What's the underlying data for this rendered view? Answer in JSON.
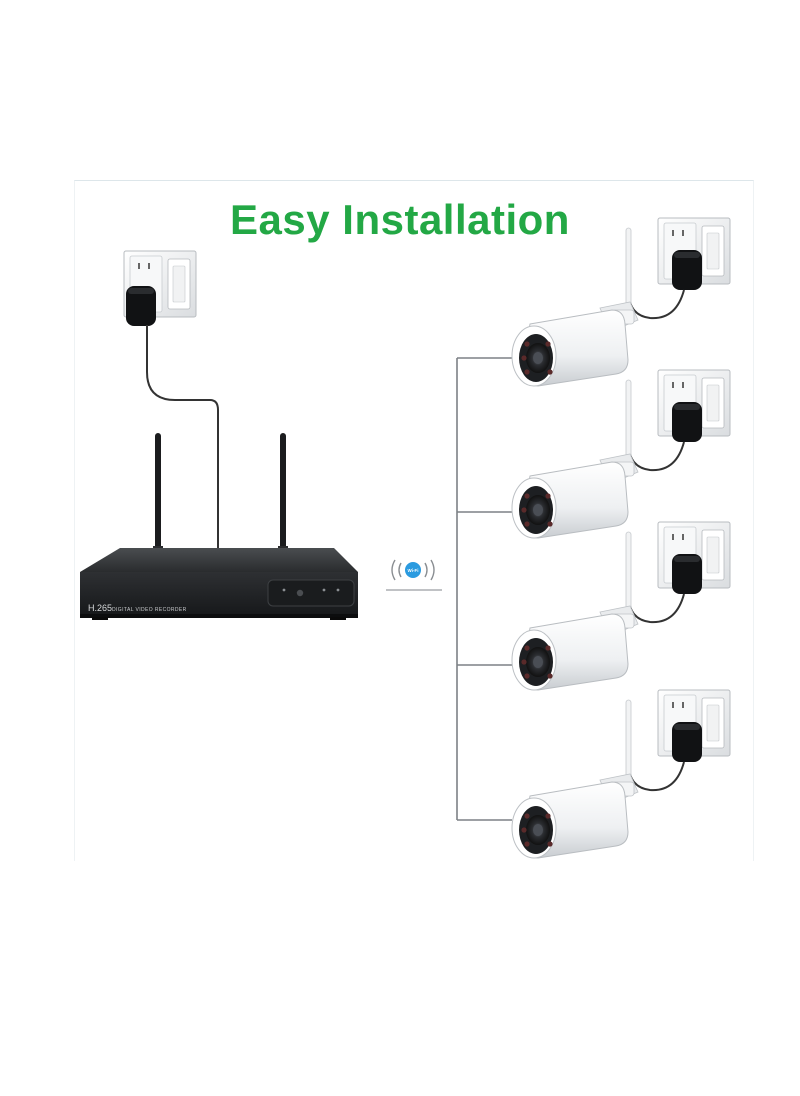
{
  "title": "Easy Installation",
  "dvr": {
    "model_text": "H.265",
    "subtitle_text": "DIGITAL VIDEO RECORDER"
  },
  "wifi_badge": "Wi-Fi",
  "colors": {
    "title_green": "#23a845",
    "dvr_body": "#2b2d2f",
    "cable": "#333333",
    "wifi_blue": "#2b9be0"
  }
}
